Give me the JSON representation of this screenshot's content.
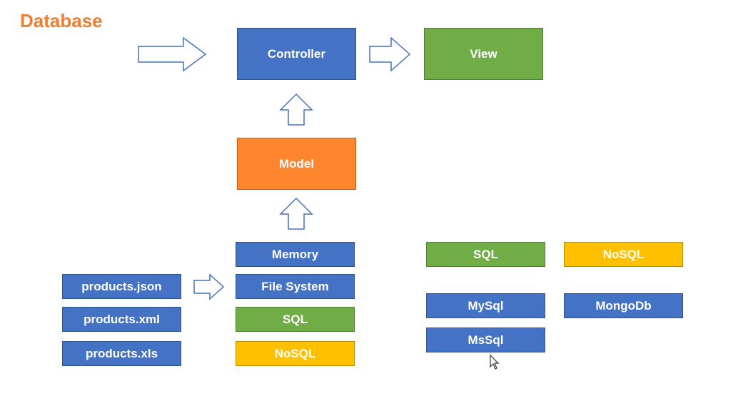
{
  "title": "Database",
  "colors": {
    "title": "#ED7D31",
    "blue": "#4472C4",
    "green": "#70AD47",
    "orange": "#FF862F",
    "yellow": "#FFC000",
    "arrow_stroke": "#4472C4"
  },
  "mvc": {
    "controller": "Controller",
    "view": "View",
    "model": "Model"
  },
  "sources": [
    "Memory",
    "File System",
    "SQL",
    "NoSQL"
  ],
  "files": [
    "products.json",
    "products.xml",
    "products.xls"
  ],
  "categories": {
    "sql": "SQL",
    "nosql": "NoSQL"
  },
  "databases": {
    "sql": [
      "MySql",
      "MsSql"
    ],
    "nosql": [
      "MongoDb"
    ]
  },
  "icons": [
    "right-arrow-icon",
    "up-arrow-icon",
    "mouse-cursor-icon"
  ]
}
